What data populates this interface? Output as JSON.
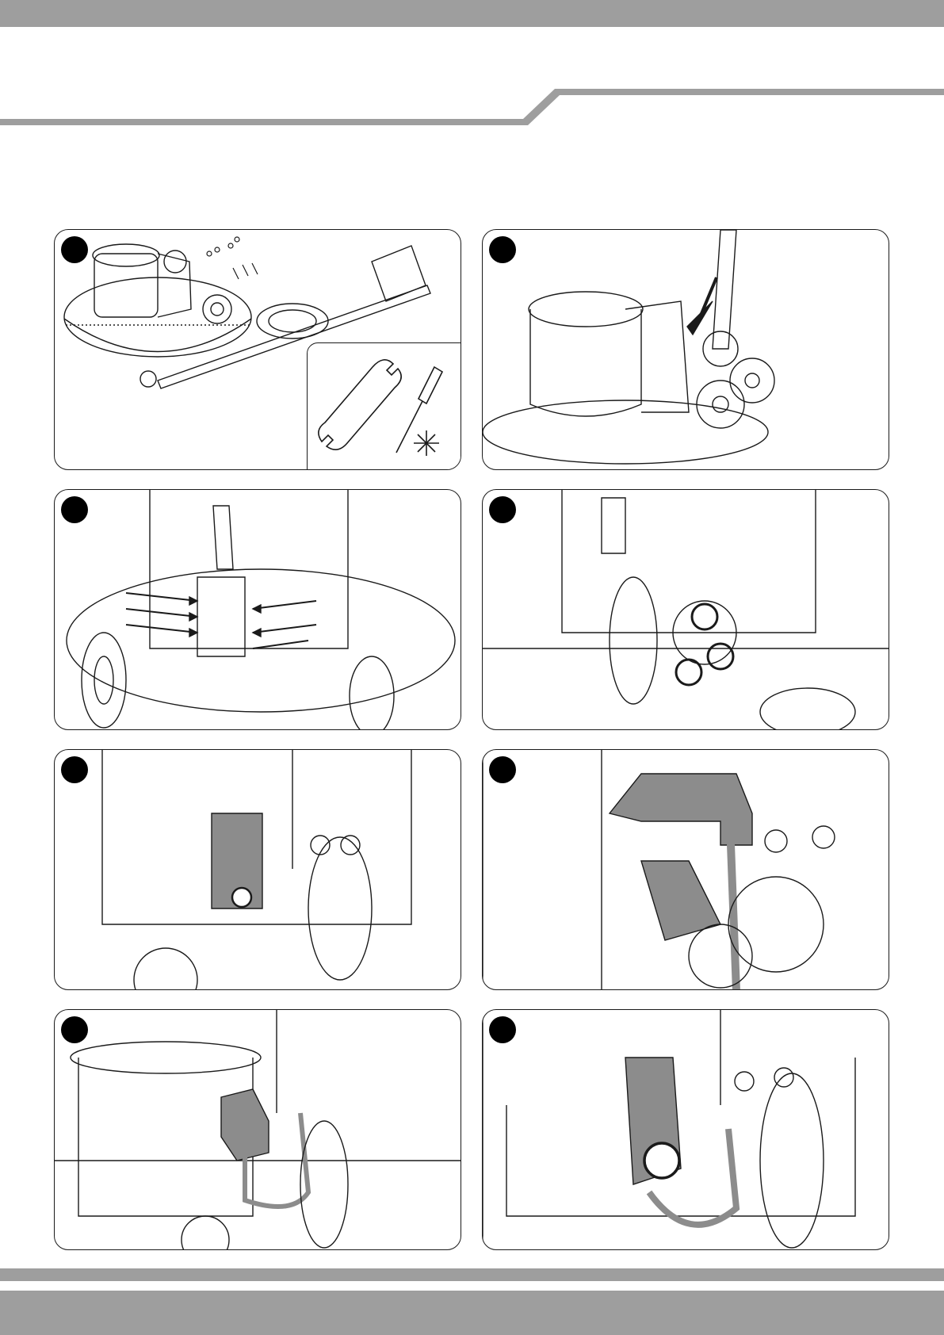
{
  "colors": {
    "band_gray": "#9e9e9e",
    "line": "#1a1a1a",
    "shade_gray": "#8c8c8c",
    "step_marker": "#000000"
  },
  "steps": [
    {
      "illustration": "machine-and-parts-overview",
      "icons": [
        "open-end-wrench-icon",
        "screwdriver-icon",
        "phillips-asterisk-icon"
      ]
    },
    {
      "illustration": "attach-handle-to-machine"
    },
    {
      "illustration": "insert-bolts-and-washers"
    },
    {
      "illustration": "tighten-nuts"
    },
    {
      "illustration": "remove-cover-screw"
    },
    {
      "illustration": "connect-power-plug"
    },
    {
      "illustration": "position-cover-over-plug"
    },
    {
      "illustration": "fasten-cover-screw"
    }
  ]
}
